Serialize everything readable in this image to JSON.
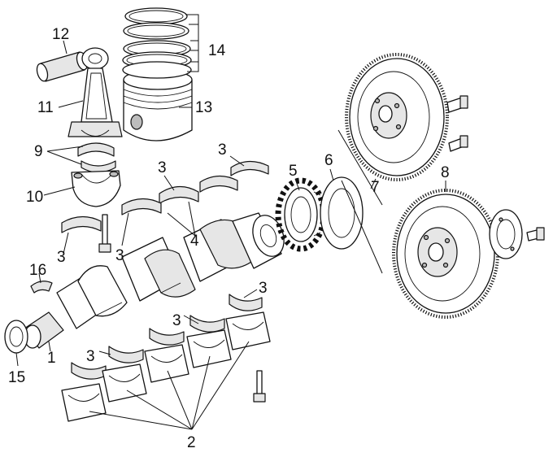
{
  "callouts": {
    "c1": "1",
    "c2": "2",
    "c3": "3",
    "c4": "4",
    "c5": "5",
    "c6": "6",
    "c7": "7",
    "c8": "8",
    "c9": "9",
    "c10": "10",
    "c11": "11",
    "c12": "12",
    "c13": "13",
    "c14": "14",
    "c15": "15",
    "c16": "16"
  },
  "colors": {
    "line": "#111111",
    "fill": "#ffffff",
    "shade": "#e6e6e6"
  }
}
